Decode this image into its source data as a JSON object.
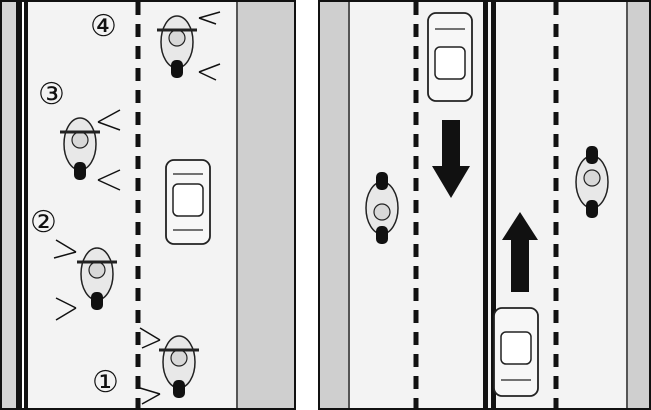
{
  "left_panel": {
    "positions": [
      {
        "label": "①"
      },
      {
        "label": "②"
      },
      {
        "label": "③"
      },
      {
        "label": "④"
      }
    ]
  },
  "right_panel": {
    "arrows": [
      {
        "direction": "down",
        "name": "traffic-arrow-down"
      },
      {
        "direction": "up",
        "name": "traffic-arrow-up"
      }
    ]
  },
  "colors": {
    "road": "#f2f2f2",
    "shoulder": "#cfcfcf",
    "line": "#111111",
    "arrow": "#111111"
  }
}
